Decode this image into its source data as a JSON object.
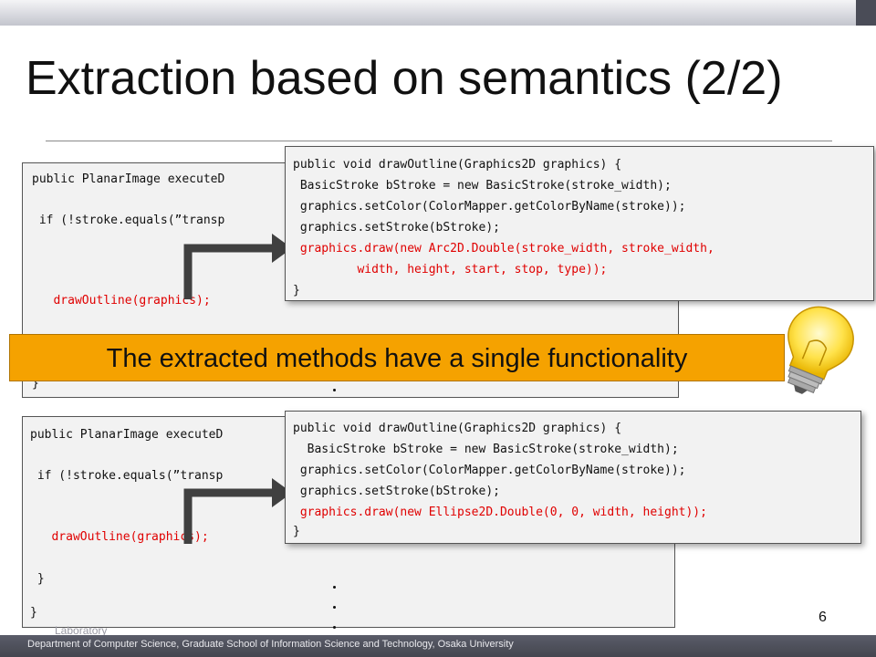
{
  "slide": {
    "title": "Extraction based on semantics  (2/2)",
    "page_number": "6",
    "footer": "Department of Computer Science, Graduate School of Information Science and Technology, Osaka University",
    "footer_lab_fragment": "Laboratory"
  },
  "code_top": {
    "line1": "public PlanarImage executeD",
    "line2": " if (!stroke.equals(”transp",
    "line3": "   drawOutline(graphics);",
    "line4": "}"
  },
  "code_bottom": {
    "line1": "public PlanarImage executeD",
    "line2": " if (!stroke.equals(”transp",
    "line3": "   drawOutline(graphics);",
    "line4": " }",
    "line5": "}"
  },
  "popup_top": {
    "line1": "public void drawOutline(Graphics2D graphics) {",
    "line2": " BasicStroke bStroke = new BasicStroke(stroke_width);",
    "line3": " graphics.setColor(ColorMapper.getColorByName(stroke));",
    "line4": " graphics.setStroke(bStroke);",
    "line5": " graphics.draw(new Arc2D.Double(stroke_width, stroke_width,",
    "line6": "         width, height, start, stop, type));",
    "line7": "}"
  },
  "popup_bottom": {
    "line1": "public void drawOutline(Graphics2D graphics) {",
    "line2": "  BasicStroke bStroke = new BasicStroke(stroke_width);",
    "line3": " graphics.setColor(ColorMapper.getColorByName(stroke));",
    "line4": " graphics.setStroke(bStroke);",
    "line5": " graphics.draw(new Ellipse2D.Double(0, 0, width, height));",
    "line6": "}"
  },
  "banner": {
    "text": "The extracted methods have a single functionality"
  },
  "colors": {
    "highlight_code": "#e00000",
    "banner_bg": "#f5a200",
    "footer_bg": "#4a4c57",
    "arrow": "#404040"
  },
  "icons": {
    "bulb": "lightbulb-icon",
    "arrow": "bent-arrow-icon"
  }
}
